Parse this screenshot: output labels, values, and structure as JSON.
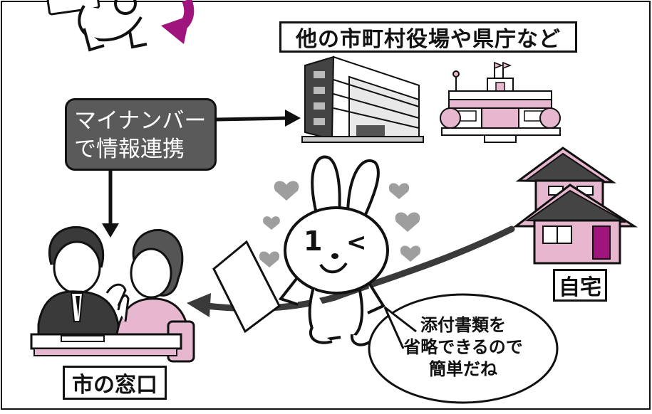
{
  "title": "他の市町村役場や県庁など",
  "mynumber_link": {
    "lines": [
      "マイナンバー",
      "で情報連携"
    ]
  },
  "home_label": "自宅",
  "counter_label": "市の窓口",
  "speech_bubble": {
    "lines": [
      "添付書類を",
      "省略できるので",
      "簡単だね"
    ]
  },
  "mascot_face": {
    "eye_text": "1",
    "wink_text": "<"
  },
  "colors": {
    "magenta": "#a0147e",
    "pink": "#e7b6cf",
    "dark_box": "#5a5a5a",
    "road": "#3a3a3a",
    "heart": "#9e9e9e"
  }
}
